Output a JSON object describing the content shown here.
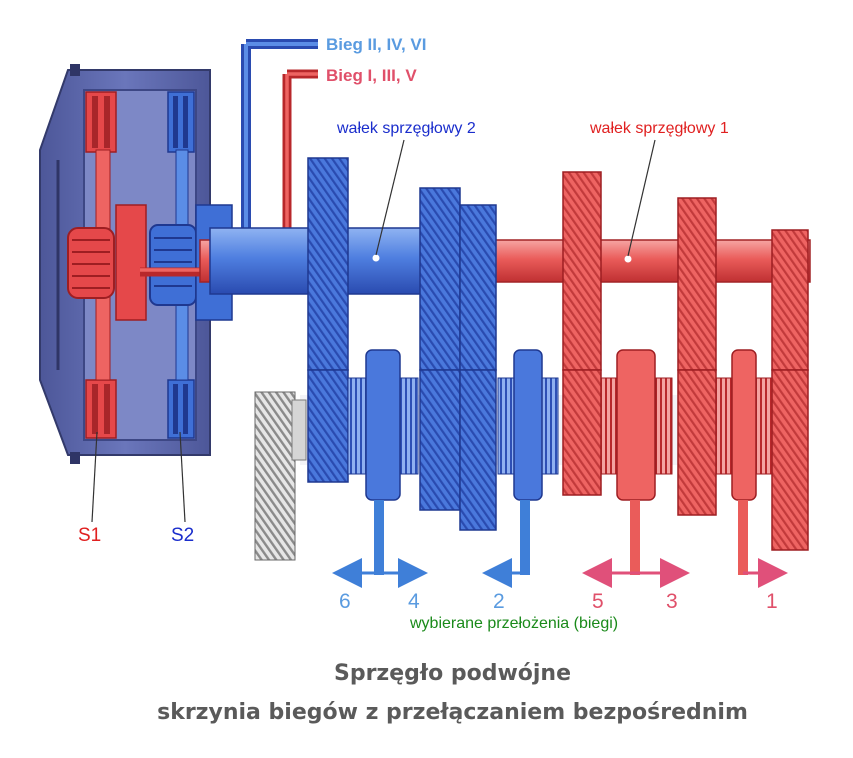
{
  "legend": {
    "blue_label": "Bieg II, IV, VI",
    "red_label": "Bieg I, III, V"
  },
  "shafts": {
    "shaft2_label": "wałek sprzęgłowy 2",
    "shaft1_label": "wałek sprzęgłowy 1"
  },
  "clutches": {
    "s1_label": "S1",
    "s2_label": "S2"
  },
  "gears": {
    "g6": "6",
    "g4": "4",
    "g2": "2",
    "g5": "5",
    "g3": "3",
    "g1": "1",
    "selection_label": "wybierane przełożenia (biegi)"
  },
  "title": {
    "line1": "Sprzęgło podwójne",
    "line2": "skrzynia biegów z przełączaniem bezpośrednim"
  },
  "colors": {
    "blue": "#3f6fd6",
    "blue_light": "#5b8de6",
    "blue_dark": "#2645a8",
    "red": "#e5484a",
    "red_light": "#f07b78",
    "red_dark": "#b8282b",
    "housing": "#5f6bb0",
    "housing_dark": "#3d4785",
    "legend_blue": "#5a9be0",
    "legend_red": "#e0506a",
    "label_blue": "#1a2dcc",
    "label_red": "#e02020",
    "label_green": "#1a8a1a",
    "title_gray": "#5a5a5a"
  }
}
